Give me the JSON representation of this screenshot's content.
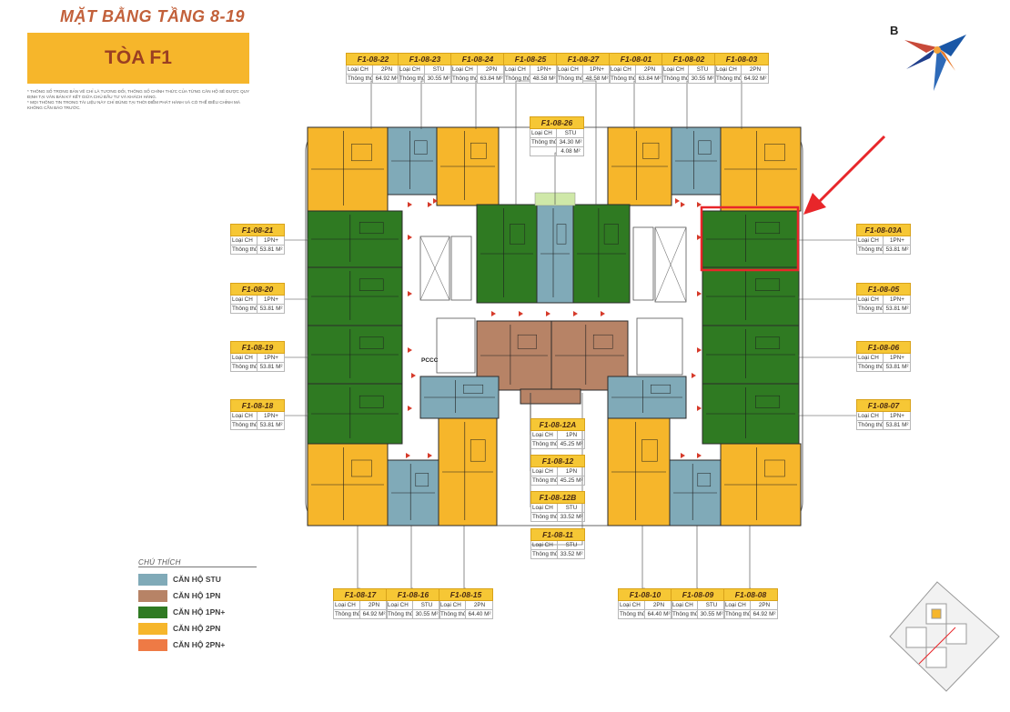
{
  "header": {
    "title": "MẶT BẰNG TẦNG 8-19",
    "building": "TÒA F1",
    "notes": [
      "* THÔNG SỐ TRONG BẢN VẼ CHỈ LÀ TƯƠNG ĐỐI, THÔNG SỐ CHÍNH THỨC CỦA TỪNG CĂN HỘ SẼ ĐƯỢC QUY ĐỊNH TẠI VĂN BẢN KÝ KẾT GIỮA CHỦ ĐẦU TƯ VÀ KHÁCH HÀNG.",
      "* MỌI THÔNG TIN TRONG TÀI LIỆU NÀY CHỈ ĐÚNG TẠI THỜI ĐIỂM PHÁT HÀNH VÀ CÓ THỂ ĐIỀU CHỈNH MÀ KHÔNG CẦN BÁO TRƯỚC."
    ]
  },
  "fields": {
    "type": "Loại CH",
    "area": "Thông thủy"
  },
  "units": [
    {
      "code": "F1-08-22",
      "type": "2PN",
      "area": "64.92 M²"
    },
    {
      "code": "F1-08-23",
      "type": "STU",
      "area": "30.55 M²"
    },
    {
      "code": "F1-08-24",
      "type": "2PN",
      "area": "63.84 M²"
    },
    {
      "code": "F1-08-25",
      "type": "1PN+",
      "area": "48.58 M²"
    },
    {
      "code": "F1-08-27",
      "type": "1PN+",
      "area": "48.58 M²"
    },
    {
      "code": "F1-08-01",
      "type": "2PN",
      "area": "63.84 M²"
    },
    {
      "code": "F1-08-02",
      "type": "STU",
      "area": "30.55 M²"
    },
    {
      "code": "F1-08-03",
      "type": "2PN",
      "area": "64.92 M²"
    },
    {
      "code": "F1-08-26",
      "type": "STU",
      "area": "34.30 M²",
      "extra": "4.08 M²"
    },
    {
      "code": "F1-08-21",
      "type": "1PN+",
      "area": "53.81 M²"
    },
    {
      "code": "F1-08-20",
      "type": "1PN+",
      "area": "53.81 M²"
    },
    {
      "code": "F1-08-19",
      "type": "1PN+",
      "area": "53.81 M²"
    },
    {
      "code": "F1-08-18",
      "type": "1PN+",
      "area": "53.81 M²"
    },
    {
      "code": "F1-08-03A",
      "type": "1PN+",
      "area": "53.81 M²"
    },
    {
      "code": "F1-08-05",
      "type": "1PN+",
      "area": "53.81 M²"
    },
    {
      "code": "F1-08-06",
      "type": "1PN+",
      "area": "53.81 M²"
    },
    {
      "code": "F1-08-07",
      "type": "1PN+",
      "area": "53.81 M²"
    },
    {
      "code": "F1-08-12A",
      "type": "1PN",
      "area": "45.25 M²"
    },
    {
      "code": "F1-08-12",
      "type": "1PN",
      "area": "45.25 M²"
    },
    {
      "code": "F1-08-12B",
      "type": "STU",
      "area": "33.52 M²"
    },
    {
      "code": "F1-08-11",
      "type": "STU",
      "area": "33.52 M²"
    },
    {
      "code": "F1-08-17",
      "type": "2PN",
      "area": "64.92 M²"
    },
    {
      "code": "F1-08-16",
      "type": "STU",
      "area": "30.55 M²"
    },
    {
      "code": "F1-08-15",
      "type": "2PN",
      "area": "64.40 M²"
    },
    {
      "code": "F1-08-10",
      "type": "2PN",
      "area": "64.40 M²"
    },
    {
      "code": "F1-08-09",
      "type": "STU",
      "area": "30.55 M²"
    },
    {
      "code": "F1-08-08",
      "type": "2PN",
      "area": "64.92 M²"
    }
  ],
  "legend": {
    "title": "CHÚ THÍCH",
    "items": [
      {
        "label": "CĂN HỘ STU",
        "color": "#80aab8"
      },
      {
        "label": "CĂN HỘ 1PN",
        "color": "#b78366"
      },
      {
        "label": "CĂN HỘ 1PN+",
        "color": "#2f7a22"
      },
      {
        "label": "CĂN HỘ 2PN",
        "color": "#f6b62b"
      },
      {
        "label": "CĂN HỘ 2PN+",
        "color": "#ee7a45"
      }
    ]
  },
  "plan": {
    "room_label": "PCCC",
    "highlighted_unit": "F1-08-03A",
    "highlight_color": "#e8262a"
  },
  "compass": {
    "letter": "B"
  },
  "colors": {
    "stu": "#80aab8",
    "one_br": "#b78366",
    "one_br_plus": "#2f7a22",
    "two_br": "#f6b62b",
    "core": "#ffffff",
    "wall": "#3b3b3b"
  }
}
